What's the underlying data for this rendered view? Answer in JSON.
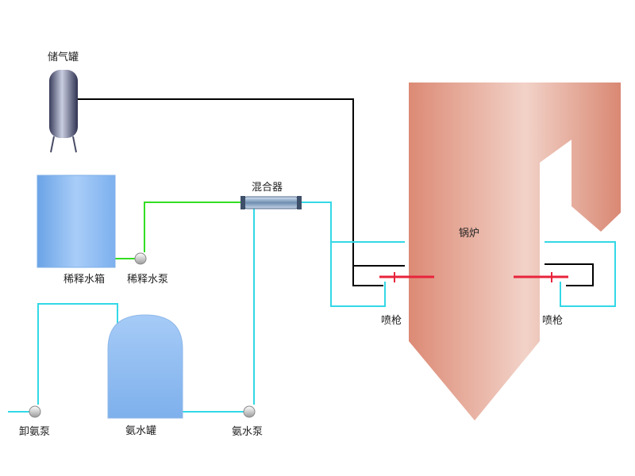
{
  "labels": {
    "gas_tank": "储气罐",
    "dilution_tank": "稀释水箱",
    "dilution_pump": "稀释水泵",
    "mixer": "混合器",
    "boiler": "锅炉",
    "lance_left": "喷枪",
    "lance_right": "喷枪",
    "unload_pump": "卸氨泵",
    "ammonia_tank": "氨水罐",
    "ammonia_pump": "氨水泵"
  },
  "colors": {
    "water_line": "#33d8e6",
    "green_line": "#33dd22",
    "air_line": "#000000",
    "lance": "#e8243c",
    "boiler": "#dd8e79",
    "tank_blue": "#8fbcf2"
  }
}
